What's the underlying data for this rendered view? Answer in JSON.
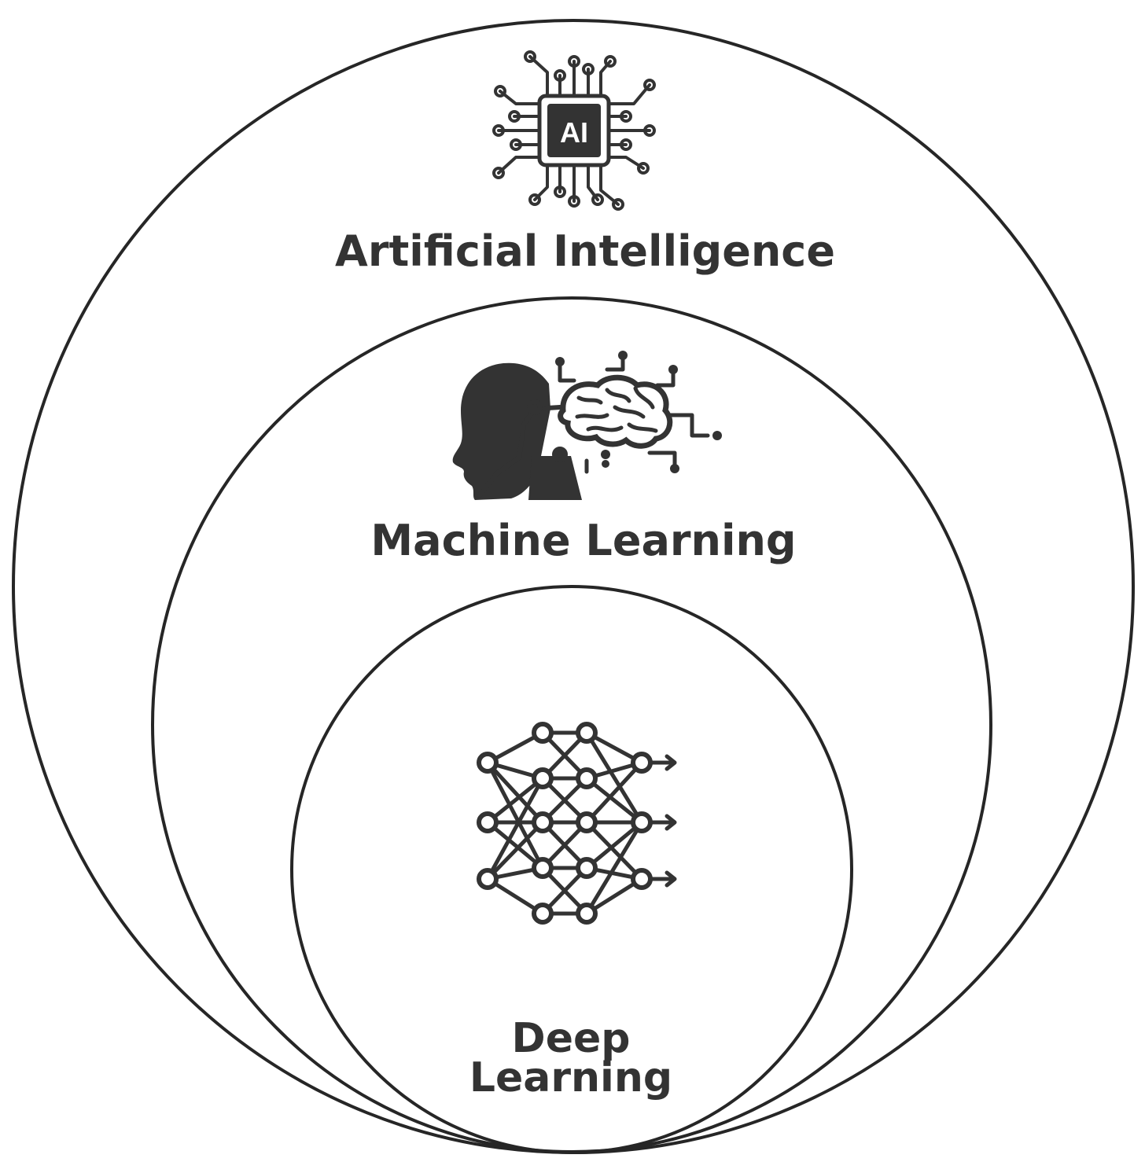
{
  "diagram": {
    "outer": {
      "label": "Artificial Intelligence",
      "icon": "ai-chip-icon",
      "chip_text": "AI"
    },
    "middle": {
      "label": "Machine Learning",
      "icon": "head-brain-icon"
    },
    "inner": {
      "label_line1": "Deep",
      "label_line2": "Learning",
      "icon": "neural-network-icon"
    },
    "colors": {
      "stroke": "#262626",
      "text": "#333333",
      "background": "#ffffff"
    }
  }
}
